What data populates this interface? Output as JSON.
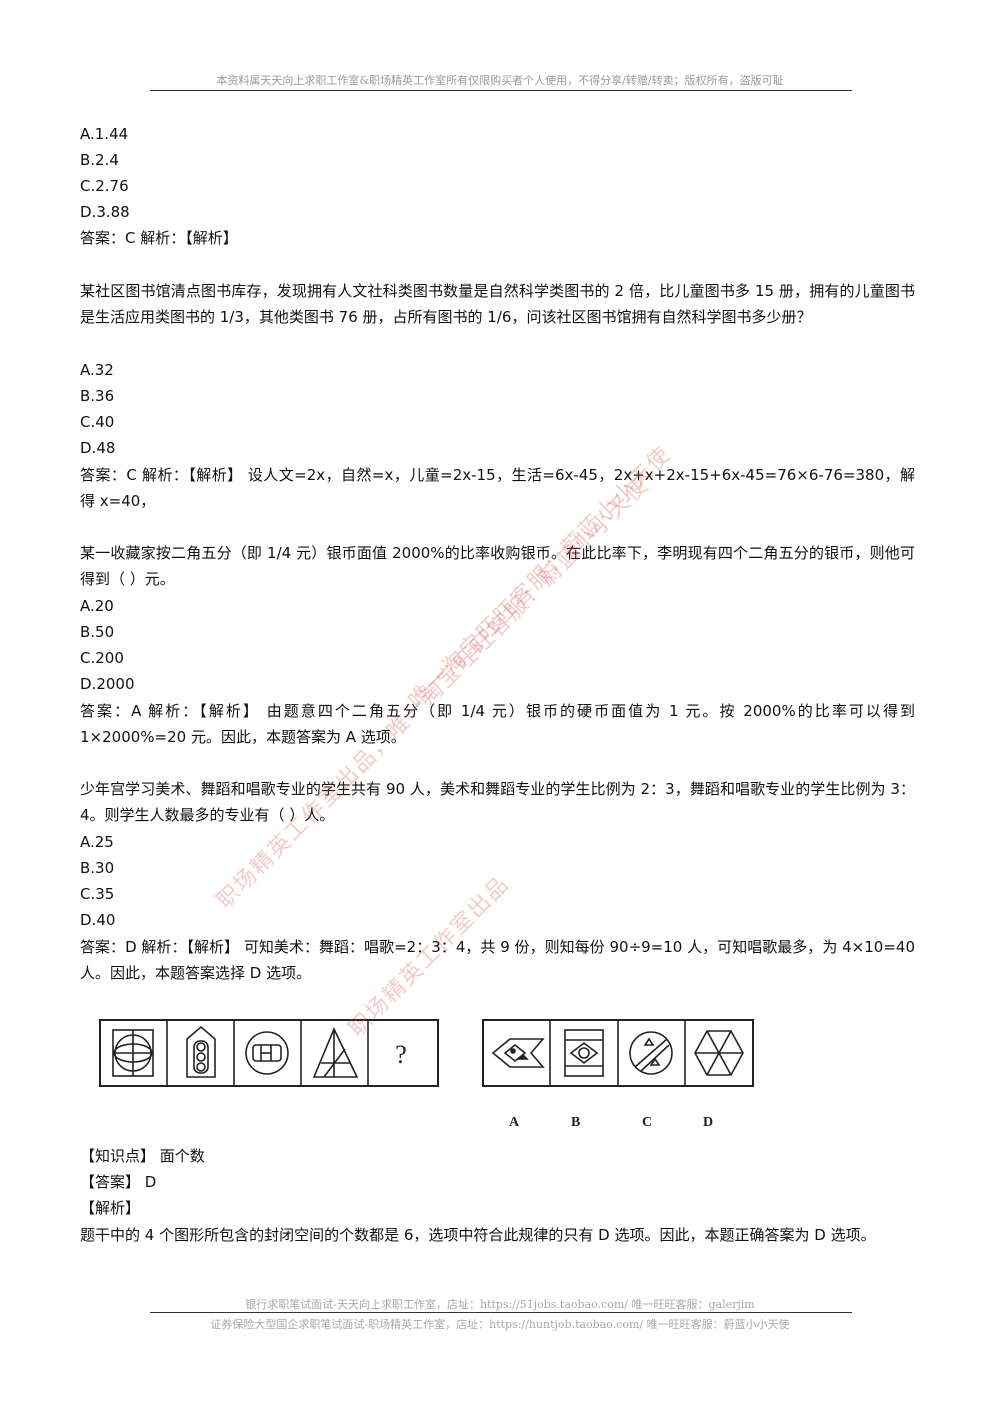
{
  "header": {
    "text": "本资料属天天向上求职工作室&职场精英工作室所有仅限购买者个人使用，不得分享/转赠/转卖；版权所有，盗版可耻"
  },
  "q1_tail": {
    "options": [
      "A.1.44",
      "B.2.4",
      "C.2.76",
      "D.3.88"
    ],
    "answer": "答案：C 解析：【解析】"
  },
  "q2": {
    "stem": "某社区图书馆清点图书库存，发现拥有人文社科类图书数量是自然科学类图书的 2 倍，比儿童图书多 15 册，拥有的儿童图书是生活应用类图书的 1/3，其他类图书 76 册，占所有图书的 1/6，问该社区图书馆拥有自然科学图书多少册？",
    "options": [
      "A.32",
      "B.36",
      "C.40",
      "D.48"
    ],
    "answer": "答案：C 解析：【解析】 设人文=2x，自然=x，儿童=2x-15，生活=6x-45，2x+x+2x-15+6x-45=76×6-76=380，解得 x=40，"
  },
  "q3": {
    "stem": "某一收藏家按二角五分（即 1/4 元）银币面值 2000%的比率收购银币。在此比率下，李明现有四个二角五分的银币，则他可得到（ ）元。",
    "options": [
      "A.20",
      "B.50",
      "C.200",
      "D.2000"
    ],
    "answer": "答案：A 解析：【解析】 由题意四个二角五分（即 1/4 元）银币的硬币面值为 1 元。按 2000%的比率可以得到 1×2000%=20 元。因此，本题答案为 A 选项。"
  },
  "q4": {
    "stem": "少年宫学习美术、舞蹈和唱歌专业的学生共有 90 人，美术和舞蹈专业的学生比例为 2：3，舞蹈和唱歌专业的学生比例为 3：4。则学生人数最多的专业有（ ）人。",
    "options": [
      "A.25",
      "B.30",
      "C.35",
      "D.40"
    ],
    "answer": "答案：D 解析：【解析】 可知美术：舞蹈：唱歌=2：3：4，共 9 份，则知每份 90÷9=10 人，可知唱歌最多，为 4×10=40 人。因此，本题答案选择 D 选项。"
  },
  "q5": {
    "figure": {
      "question_mark": "?",
      "option_labels": [
        "A",
        "B",
        "C",
        "D"
      ]
    },
    "knowledge_point": "【知识点】 面个数",
    "answer": "【答案】 D",
    "analysis_label": "【解析】",
    "analysis": "题干中的 4 个图形所包含的封闭空间的个数都是 6，选项中符合此规律的只有 D 选项。因此，本题正确答案为 D 选项。"
  },
  "watermark": {
    "line1": "唯一淘宝旺旺客服：蔚蓝小小天使",
    "line2": "职场精英工作室出品，唯一淘宝旺旺客服：蔚蓝小小天使",
    "line3": "职场精英工作室出品"
  },
  "footer": {
    "line1": "银行求职笔试面试-天天向上求职工作室，店址：https://51jobs.taobao.com/ 唯一旺旺客服：galerjim",
    "line2": "证券保险大型国企求职笔试面试-职场精英工作室，店址：https://huntjob.taobao.com/ 唯一旺旺客服：蔚蓝小小天使"
  }
}
